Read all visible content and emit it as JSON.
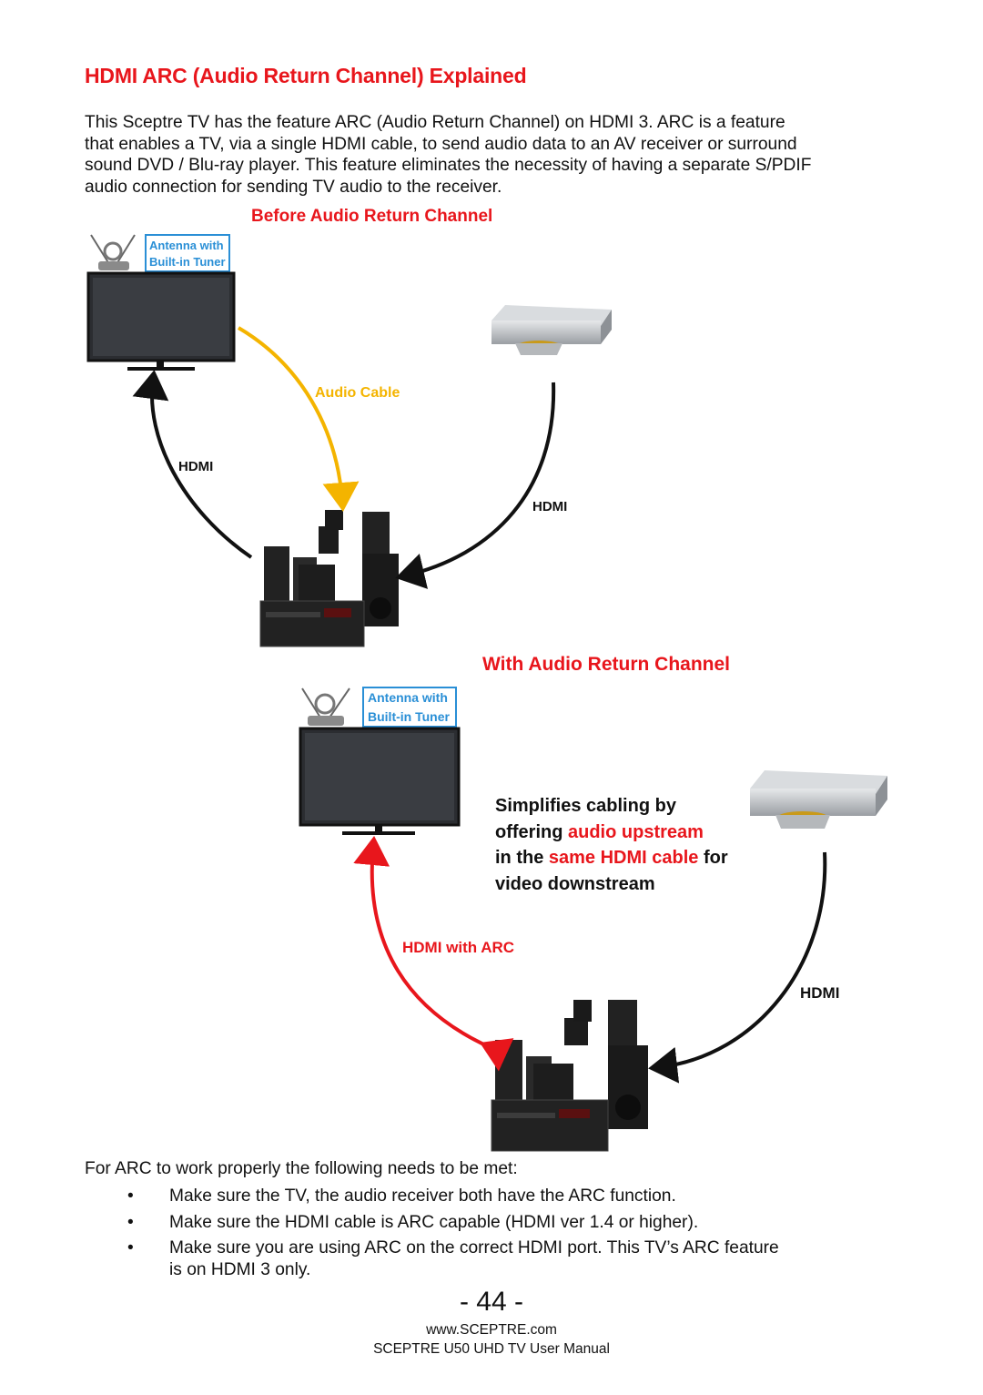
{
  "heading": "HDMI ARC (Audio Return Channel) Explained",
  "intro": "This Sceptre TV has the feature ARC (Audio Return Channel) on HDMI 3.  ARC is a feature that enables a TV, via a single HDMI cable, to send audio data to an AV receiver or surround sound DVD / Blu-ray player.  This feature eliminates the necessity of having a separate S/PDIF audio connection for sending TV audio to the receiver.",
  "diagram_before": {
    "title": "Before Audio Return Channel",
    "antenna_label_line1": "Antenna with",
    "antenna_label_line2": "Built-in Tuner",
    "audio_cable": "Audio Cable",
    "hdmi_left": "HDMI",
    "hdmi_right": "HDMI"
  },
  "diagram_with": {
    "title": "With Audio Return Channel",
    "antenna_label_line1": "Antenna with",
    "antenna_label_line2": "Built-in Tuner",
    "note_line1": "Simplifies cabling by",
    "note_line2_a": "offering ",
    "note_line2_b": "audio upstream",
    "note_line3_a": "in the ",
    "note_line3_b": "same HDMI cable",
    "note_line3_c": " for",
    "note_line4": "video downstream",
    "hdmi_arc": "HDMI with ARC",
    "hdmi_right": "HDMI"
  },
  "requirements_intro": "For ARC to work properly the following needs to be met:",
  "bullet_symbol": "•",
  "requirements": [
    "Make sure the TV, the audio receiver both have the ARC function.",
    "Make sure the HDMI cable is ARC capable (HDMI ver 1.4 or higher).",
    "Make sure you are using ARC on the correct HDMI port.  This TV’s ARC feature is on HDMI 3 only."
  ],
  "page_number": "- 44 -",
  "footer_url": "www.SCEPTRE.com",
  "footer_title": "SCEPTRE U50 UHD TV User Manual",
  "colors": {
    "accent_red": "#e8161c",
    "label_blue": "#2a8fd6",
    "cable_yellow": "#f4b400"
  }
}
